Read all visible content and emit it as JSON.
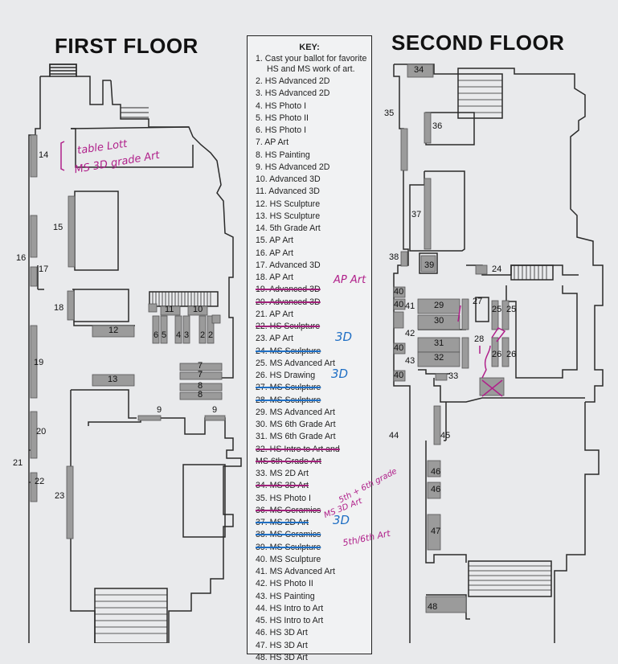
{
  "floors": {
    "first": "FIRST FLOOR",
    "second": "SECOND FLOOR"
  },
  "key": {
    "title": "KEY:",
    "items": [
      "1. Cast your ballot for favorite HS and MS work of art.",
      "2. HS Advanced 2D",
      "3. HS Advanced 2D",
      "4. HS Photo I",
      "5. HS Photo II",
      "6. HS Photo I",
      "7. AP Art",
      "8. HS Painting",
      "9. HS Advanced 2D",
      "10. Advanced 3D",
      "11. Advanced 3D",
      "12. HS Sculpture",
      "13. HS Sculpture",
      "14. 5th Grade Art",
      "15. AP Art",
      "16. AP Art",
      "17. Advanced 3D",
      "18. AP Art",
      "19. Advanced 3D",
      "20. Advanced 3D",
      "21. AP Art",
      "22. HS Sculpture",
      "23. AP Art",
      "24. MS Sculpture",
      "25. MS Advanced Art",
      "26. HS Drawing",
      "27. MS Sculpture",
      "28. MS Sculpture",
      "29. MS Advanced Art",
      "30. MS 6th Grade Art",
      "31. MS 6th Grade Art",
      "32. HS Intro to Art and",
      "MS 6th Grade Art",
      "33. MS 2D Art",
      "34. MS 3D Art",
      "35. HS Photo I",
      "36. MS Ceramics",
      "37. MS 2D Art",
      "38. MS Ceramics",
      "39. MS Sculpture",
      "40. MS Sculpture",
      "41. MS Advanced Art",
      "42. HS Photo II",
      "43. HS Painting",
      "44. HS Intro to Art",
      "45. HS Intro to Art",
      "46. HS 3D Art",
      "47. HS 3D Art",
      "48. HS 3D Art"
    ]
  },
  "handwritten": {
    "table_note_1": "table Lott",
    "table_note_2": "MS 3D grade Art",
    "ap_art": "AP Art",
    "three_d_24": "3D",
    "three_d_28": "3D",
    "fifth_36": "5th + 6th grade",
    "ms_3d_art": "MS 3D Art",
    "three_d_39": "3D",
    "fifth_40": "5th/6th Art"
  },
  "labels": {
    "r14": "14",
    "r15": "15",
    "r16": "16",
    "r17": "17",
    "r18": "18",
    "r12": "12",
    "r11": "11",
    "r10": "10",
    "r6": "6",
    "r5": "5",
    "r4": "4",
    "r3": "3",
    "r2a": "2",
    "r2b": "2",
    "r19": "19",
    "r13": "13",
    "r7a": "7",
    "r7b": "7",
    "r8a": "8",
    "r8b": "8",
    "r9a": "9",
    "r9b": "9",
    "r20": "20",
    "r21": "21",
    "r22": "22",
    "r23": "23",
    "r34": "34",
    "r35": "35",
    "r36": "36",
    "r37": "37",
    "r38": "38",
    "r39": "39",
    "r24": "24",
    "r40a": "40",
    "r40b": "40",
    "r40c": "40",
    "r40d": "40",
    "r41": "41",
    "r42": "42",
    "r43": "43",
    "r29": "29",
    "r30": "30",
    "r27": "27",
    "r25a": "25",
    "r25b": "25",
    "r28": "28",
    "r31": "31",
    "r32": "32",
    "r26a": "26",
    "r26b": "26",
    "r33": "33",
    "r44": "44",
    "r45": "45",
    "r46a": "46",
    "r46b": "46",
    "r47": "47",
    "r48": "48"
  },
  "colors": {
    "wall": "#2a2a2a",
    "display_panel": "#9b9b9b",
    "annotation_magenta": "#b0208a",
    "annotation_blue": "#1f6fc4"
  }
}
